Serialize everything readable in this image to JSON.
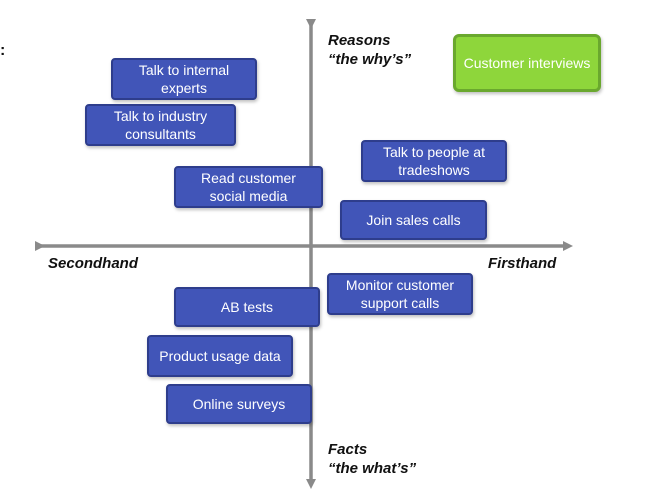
{
  "edge_mark": ":",
  "axes": {
    "top": {
      "title": "Reasons",
      "subtitle": "“the why’s”"
    },
    "bottom": {
      "title": "Facts",
      "subtitle": "“the what’s”"
    },
    "left": {
      "title": "Secondhand"
    },
    "right": {
      "title": "Firsthand"
    }
  },
  "colors": {
    "box_fill": "#4155b8",
    "highlight_fill": "#8ed63b",
    "axis": "#8a8a8a"
  },
  "methods": {
    "customer_interviews": "Customer interviews",
    "talk_internal_experts": "Talk to internal experts",
    "talk_industry_consultants": "Talk to industry consultants",
    "talk_tradeshows": "Talk to people at tradeshows",
    "read_social_media": "Read customer social media",
    "join_sales_calls": "Join sales calls",
    "monitor_support_calls": "Monitor customer support calls",
    "ab_tests": "AB tests",
    "product_usage_data": "Product usage data",
    "online_surveys": "Online surveys"
  }
}
